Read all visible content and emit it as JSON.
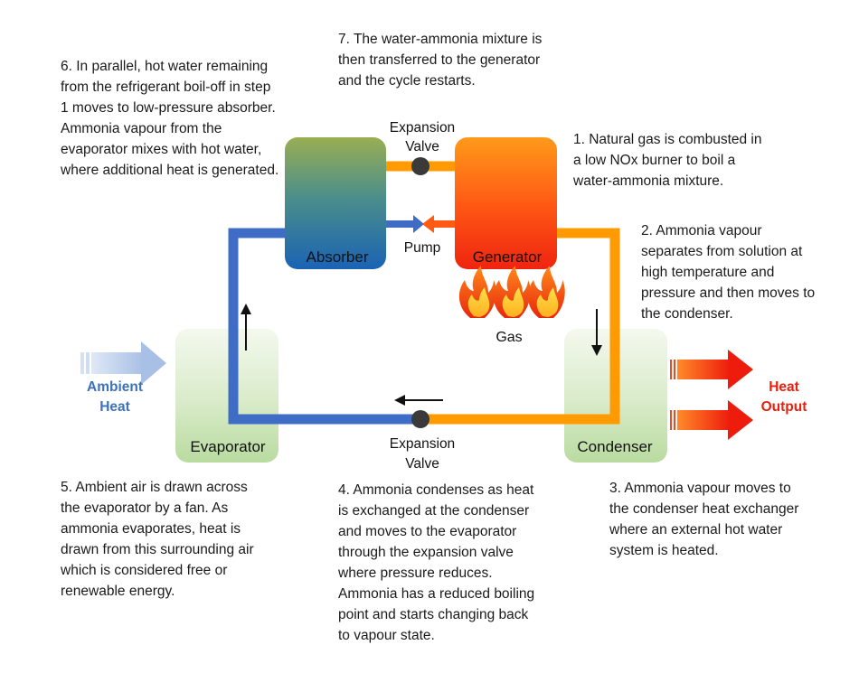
{
  "components": {
    "absorber": "Absorber",
    "generator": "Generator",
    "evaporator": "Evaporator",
    "condenser": "Condenser"
  },
  "labels": {
    "expansion_valve_top": [
      "Expansion",
      "Valve"
    ],
    "expansion_valve_bottom": [
      "Expansion",
      "Valve"
    ],
    "pump": "Pump",
    "gas": "Gas",
    "ambient_heat": [
      "Ambient",
      "Heat"
    ],
    "heat_output": [
      "Heat",
      "Output"
    ]
  },
  "steps": {
    "step1": "1. Natural gas is combusted in a low NOx burner to boil a water-ammonia mixture.",
    "step2": "2. Ammonia vapour separates from solution at high temperature and pressure and then moves to the condenser.",
    "step3": "3. Ammonia vapour moves to the condenser heat exchanger where an external hot water system is heated.",
    "step4": "4. Ammonia condenses as heat is exchanged at the condenser and moves to the evaporator through the expansion valve where pressure reduces. Ammonia has a reduced boiling point and starts changing back to vapour state.",
    "step5": "5. Ambient air is drawn across the evaporator by a fan. As ammonia evaporates, heat is drawn from this surrounding air which is considered free or renewable energy.",
    "step6": "6. In parallel, hot water remaining from the refrigerant boil-off in step 1 moves to low-pressure absorber. Ammonia vapour from the evaporator mixes with hot water, where additional heat is generated.",
    "step7": "7. The water-ammonia mixture is then transferred to the generator and the cycle restarts."
  },
  "colors": {
    "hot_pipe": "#ff9a00",
    "cold_pipe": "#3f6cc4",
    "ambient": "#3d72b8",
    "heat_output": "#e8200e"
  }
}
